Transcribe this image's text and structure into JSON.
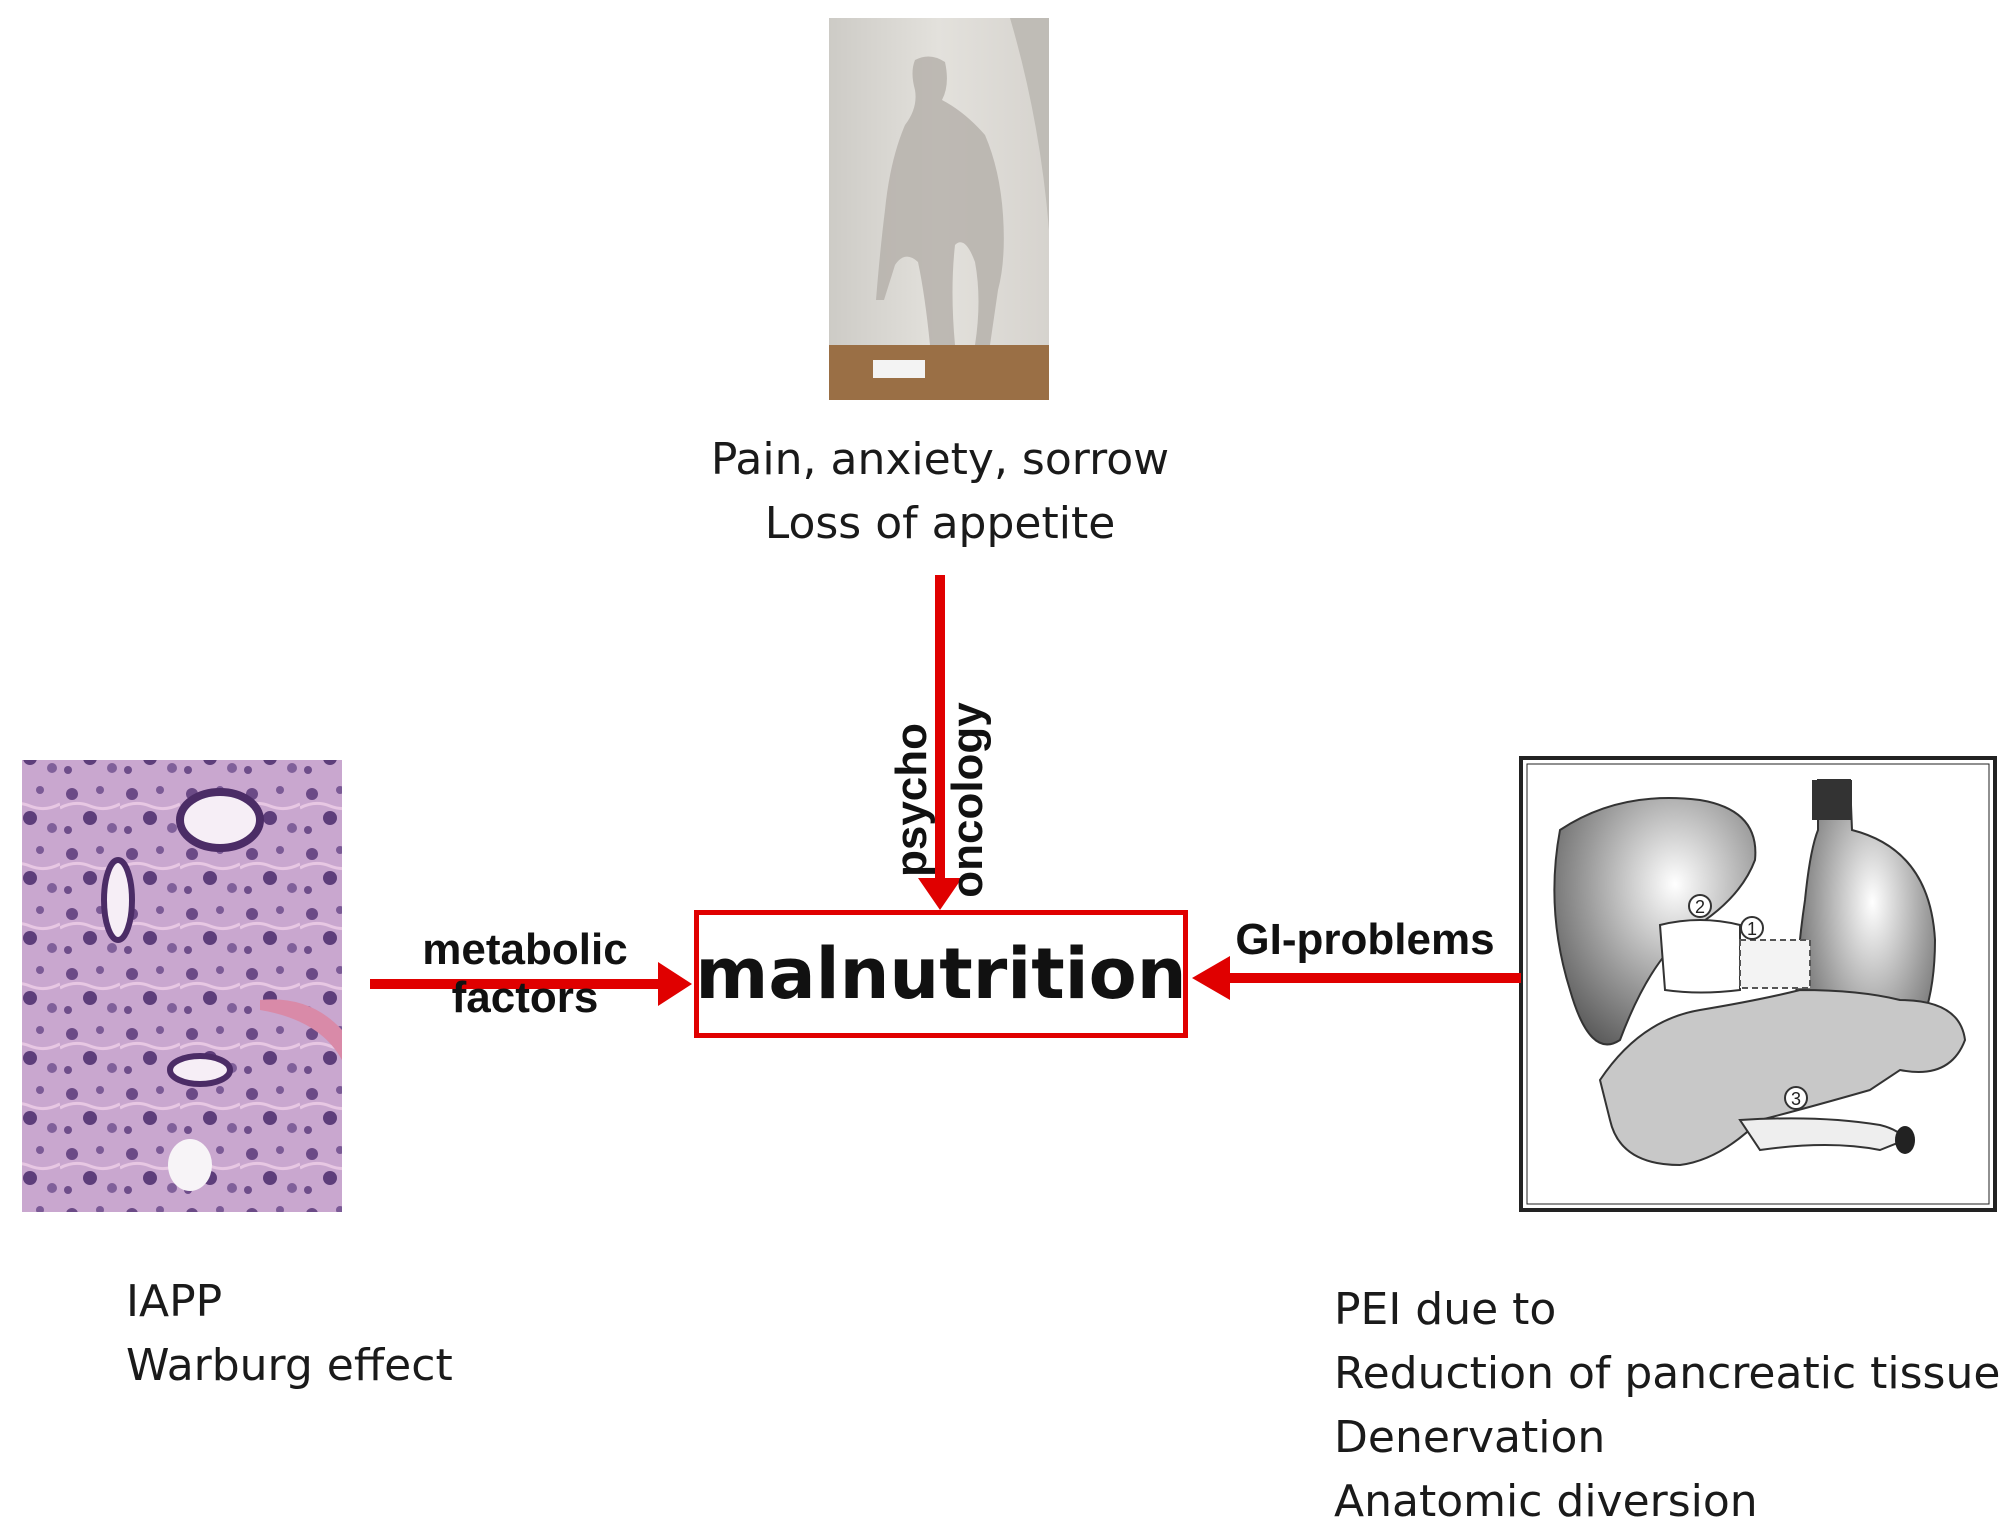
{
  "center": {
    "label": "malnutrition"
  },
  "top": {
    "lines": [
      "Pain, anxiety, sorrow",
      "Loss of appetite"
    ],
    "arrow_label_lines": [
      "psycho",
      "oncology"
    ]
  },
  "left": {
    "lines": [
      "IAPP",
      "Warburg effect"
    ],
    "arrow_label_lines": [
      "metabolic",
      "factors"
    ]
  },
  "right": {
    "lines": [
      "PEI due to",
      "Reduction of pancreatic tissue",
      "Denervation",
      "Anatomic diversion"
    ],
    "arrow_label": "GI-problems",
    "diagram_markers": [
      "1",
      "2",
      "3"
    ]
  },
  "colors": {
    "arrow": "#e00000",
    "box_border": "#e00000"
  },
  "icons": [
    "silhouette-photo",
    "histology-photo",
    "anatomy-illustration"
  ]
}
